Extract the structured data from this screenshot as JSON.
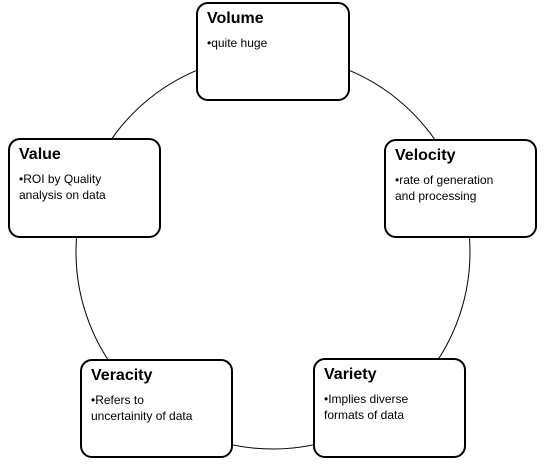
{
  "boxes": {
    "volume": {
      "title": "Volume",
      "text": "•quite huge"
    },
    "velocity": {
      "title": "Velocity",
      "text": "•rate of generation\nand processing"
    },
    "variety": {
      "title": "Variety",
      "text": "•Implies diverse\nformats of data"
    },
    "veracity": {
      "title": "Veracity",
      "text": "•Refers to\nuncertainity of data"
    },
    "value": {
      "title": "Value",
      "text": "•ROI by Quality\nanalysis on data"
    }
  },
  "colors": {
    "stroke": "#000000",
    "fill": "#ffffff"
  }
}
